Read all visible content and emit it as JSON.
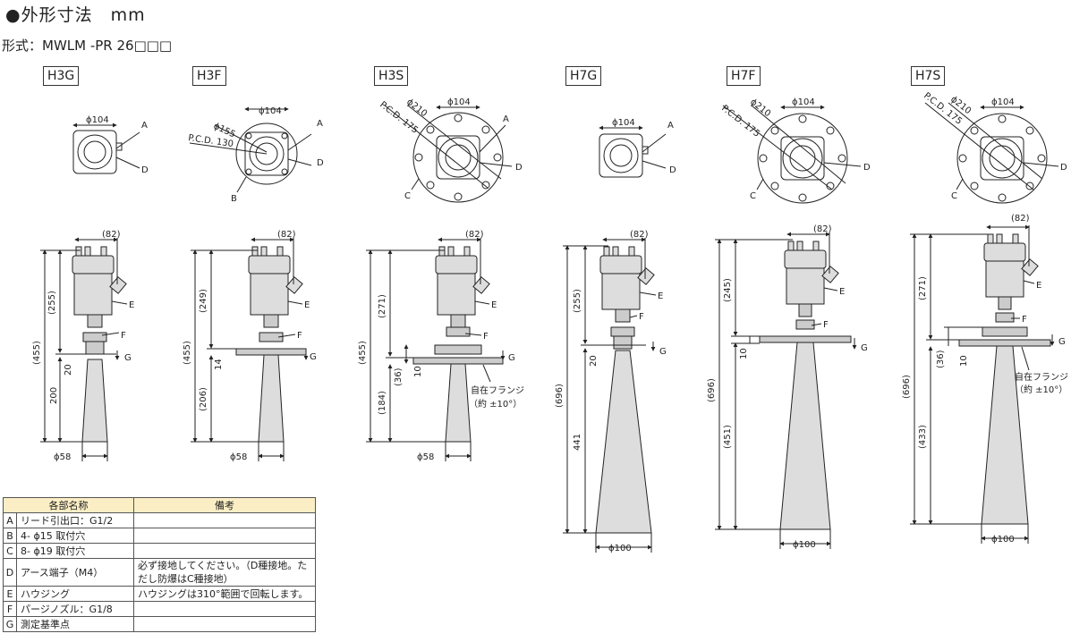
{
  "header": {
    "title": "●外形寸法　mm",
    "model": "形式：MWLM -PR 26□□□"
  },
  "variants": [
    "H3G",
    "H3F",
    "H3S",
    "H7G",
    "H7F",
    "H7S"
  ],
  "labels": {
    "phi104": "ϕ104",
    "phi155": "ϕ155",
    "phi210": "ϕ210",
    "pcd130": "P.C.D. 130",
    "pcd175": "P.C.D. 175",
    "A": "A",
    "B": "B",
    "C": "C",
    "D": "D",
    "E": "E",
    "F": "F",
    "G": "G",
    "d82": "(82)",
    "d455": "(455)",
    "d255": "(255)",
    "d20": "20",
    "d200": "200",
    "d249": "(249)",
    "d14": "14",
    "d206": "(206)",
    "d271": "(271)",
    "d36": "(36)",
    "d10": "10",
    "d184": "(184)",
    "d696": "(696)",
    "d441": "441",
    "d245": "(245)",
    "d451": "(451)",
    "d433": "(433)",
    "phi58": "ϕ58",
    "phi100": "ϕ100",
    "flange1": "自在フランジ",
    "flange2": "（約 ±10°）"
  },
  "parts_table": {
    "headers": [
      "各部名称",
      "備考"
    ],
    "rows": [
      {
        "key": "A",
        "name": "リード引出口：G1/2",
        "note": ""
      },
      {
        "key": "B",
        "name": "4- ϕ15 取付穴",
        "note": ""
      },
      {
        "key": "C",
        "name": "8- ϕ19 取付穴",
        "note": ""
      },
      {
        "key": "D",
        "name": "アース端子（M4）",
        "note": "必ず接地してください。（D種接地。ただし防爆はC種接地）"
      },
      {
        "key": "E",
        "name": "ハウジング",
        "note": "ハウジングは310°範囲で回転します。"
      },
      {
        "key": "F",
        "name": "パージノズル：G1/8",
        "note": ""
      },
      {
        "key": "G",
        "name": "測定基準点",
        "note": ""
      }
    ]
  }
}
